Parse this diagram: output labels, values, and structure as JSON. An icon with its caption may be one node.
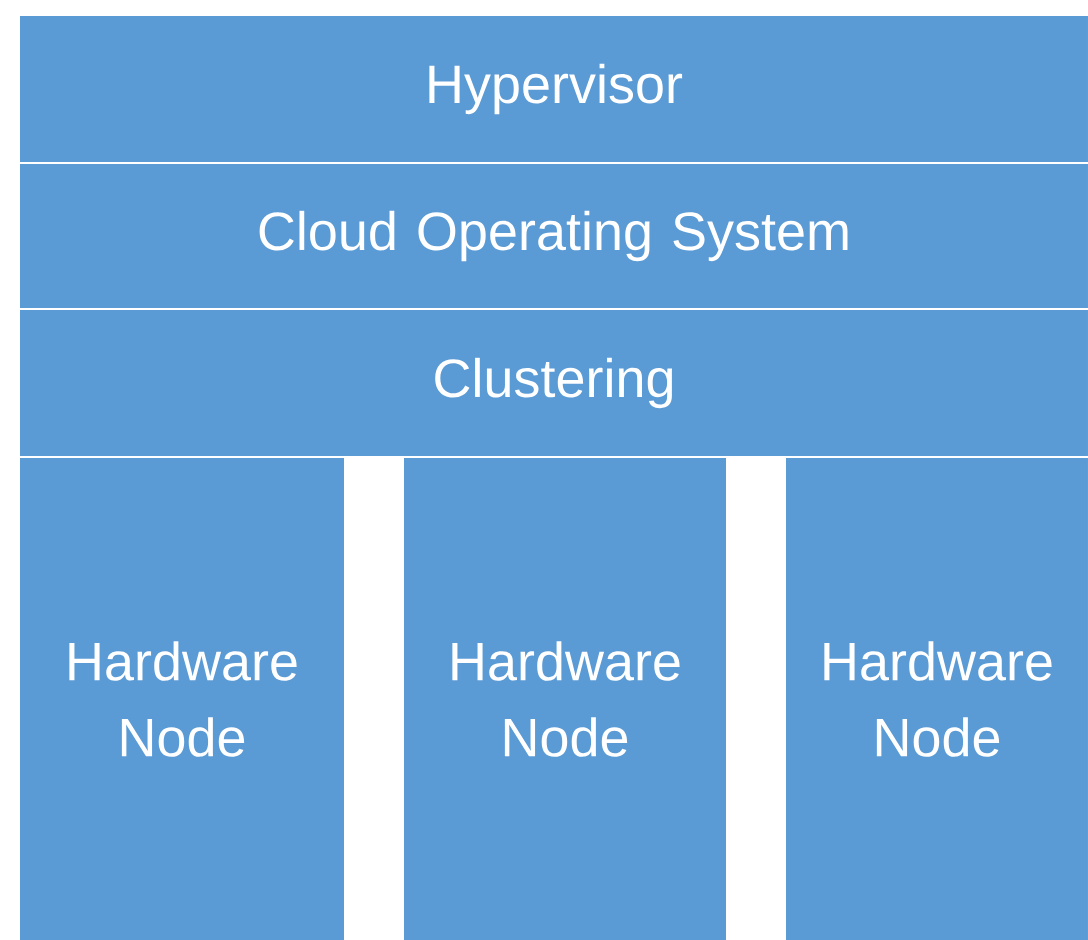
{
  "diagram": {
    "nodes": [
      {
        "text": [
          "Hypervisor"
        ]
      },
      {
        "text": [
          "Cloud Operating System"
        ]
      },
      {
        "text": [
          "Clustering"
        ]
      },
      {
        "text": [
          "Hardware Node"
        ]
      },
      {
        "text": [
          "Hardware Node"
        ]
      },
      {
        "text": [
          "Hardware Node"
        ]
      }
    ]
  }
}
